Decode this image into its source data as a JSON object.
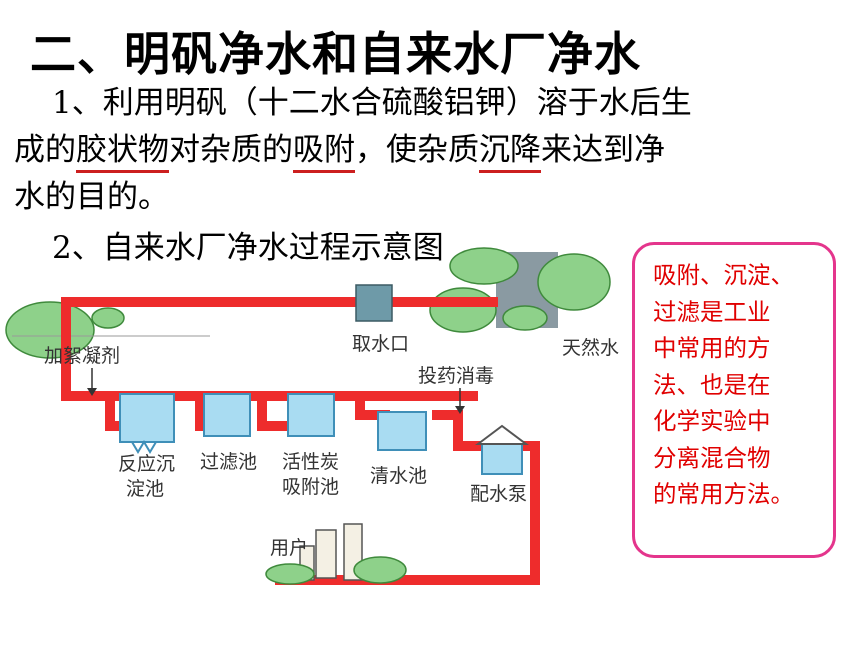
{
  "title": "二、明矾净水和自来水厂净水",
  "para1": {
    "line1": "1、利用明矾（十二水合硫酸铝钾）溶于水后生",
    "line2_pre": "成的",
    "u1": "胶状物",
    "line2_mid1": "对杂质的",
    "u2": "吸附",
    "line2_mid2": "，使杂质",
    "u3": "沉降",
    "line2_post": "来达到净",
    "line3": "水的目的。"
  },
  "subtitle": "2、自来水厂净水过程示意图",
  "diagram": {
    "labels": {
      "intake": "取水口",
      "natural_water": "天然水",
      "coagulant": "加絮凝剂",
      "disinfect": "投药消毒",
      "reaction_tank_1": "反应沉",
      "reaction_tank_2": "淀池",
      "filter_tank": "过滤池",
      "carbon_tank_1": "活性炭",
      "carbon_tank_2": "吸附池",
      "clear_tank": "清水池",
      "pump": "配水泵",
      "user": "用户"
    },
    "colors": {
      "pipe": "#ee2c2c",
      "tank": "#a9dcf2",
      "tank_edge": "#3f8fb8",
      "tree": "#8ed18a",
      "intake_box": "#6e9aa8"
    }
  },
  "callout": {
    "lines": [
      "吸附、沉淀、",
      "过滤是工业",
      "中常用的方",
      "法、也是在",
      "化学实验中",
      "分离混合物",
      "的常用方法。"
    ],
    "border_color": "#e4358c",
    "text_color": "#e00000"
  }
}
